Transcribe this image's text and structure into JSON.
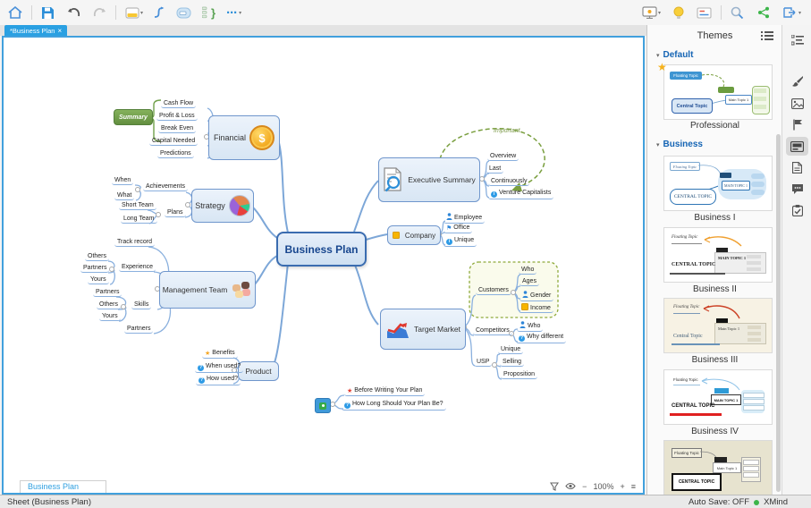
{
  "tab": {
    "title": "*Business Plan",
    "close": "×"
  },
  "icons": {
    "question": "?",
    "info": "i",
    "star": "★",
    "flag": "⚑",
    "caret": "▾",
    "tri": "▾",
    "ellipsis": "⋯",
    "brace": "}",
    "menu": "≡",
    "minus": "−",
    "plus": "+",
    "dollar": "$"
  },
  "map": {
    "central": "Business Plan",
    "financial": {
      "label": "Financial",
      "summary": "Summary",
      "items": [
        "Cash Flow",
        "Profit & Loss",
        "Break Even",
        "Capital Needed",
        "Predictions"
      ]
    },
    "strategy": {
      "label": "Strategy",
      "achievements": {
        "label": "Achievements",
        "items": [
          "When",
          "What"
        ]
      },
      "plans": {
        "label": "Plans",
        "items": [
          "Short Team",
          "Long Team"
        ]
      }
    },
    "management": {
      "label": "Management Team",
      "track": "Track record",
      "experience": {
        "label": "Experience",
        "items": [
          "Others",
          "Partners",
          "Yours"
        ]
      },
      "skills": {
        "label": "Skills",
        "items": [
          "Partners",
          "Others",
          "Yours"
        ]
      },
      "partners": "Partners"
    },
    "product": {
      "label": "Product",
      "items": [
        "Benefits",
        "When used?",
        "How used?"
      ]
    },
    "executive": {
      "label": "Executive Summary",
      "relationship": "Important",
      "items": [
        "Overview",
        "Last",
        "Continuously",
        "Venture Capitalists"
      ]
    },
    "company": {
      "label": "Company",
      "items": [
        "Employee",
        "Office",
        "Unique"
      ]
    },
    "target": {
      "label": "Target Market",
      "customers": {
        "label": "Customers",
        "items": [
          "Who",
          "Ages",
          "Gender",
          "Income"
        ]
      },
      "competitors": {
        "label": "Competitors",
        "items": [
          "Who",
          "Why different"
        ]
      },
      "usp": {
        "label": "USP",
        "items": [
          "Unique",
          "Selling",
          "Proposition"
        ]
      }
    },
    "floating": {
      "items": [
        "Before Writing Your Plan",
        "How Long Should Your Plan Be?"
      ]
    }
  },
  "themes_panel": {
    "title": "Themes",
    "sections": [
      {
        "label": "Default",
        "themes": [
          "Professional"
        ]
      },
      {
        "label": "Business",
        "themes": [
          "Business I",
          "Business II",
          "Business III",
          "Business IV"
        ]
      }
    ],
    "thumb": {
      "floating": "Floating Topic",
      "central": "Central Topic",
      "central_caps": "CENTRAL TOPIC",
      "main": "Main Topic 1",
      "main_caps": "MAIN TOPIC 1"
    }
  },
  "footer": {
    "sheet_tab": "Business Plan",
    "zoom": "100%"
  },
  "statusbar": {
    "left": "Sheet (Business Plan)",
    "autosave": "Auto Save: OFF",
    "brand": "XMind"
  },
  "colors": {
    "accent": "#2aa0e2",
    "branch": "#7da7d8",
    "boundary": "#8faa3c",
    "marker_blue": "#2e86d8",
    "marker_red": "#e03c31",
    "marker_yellow": "#f7b500"
  }
}
